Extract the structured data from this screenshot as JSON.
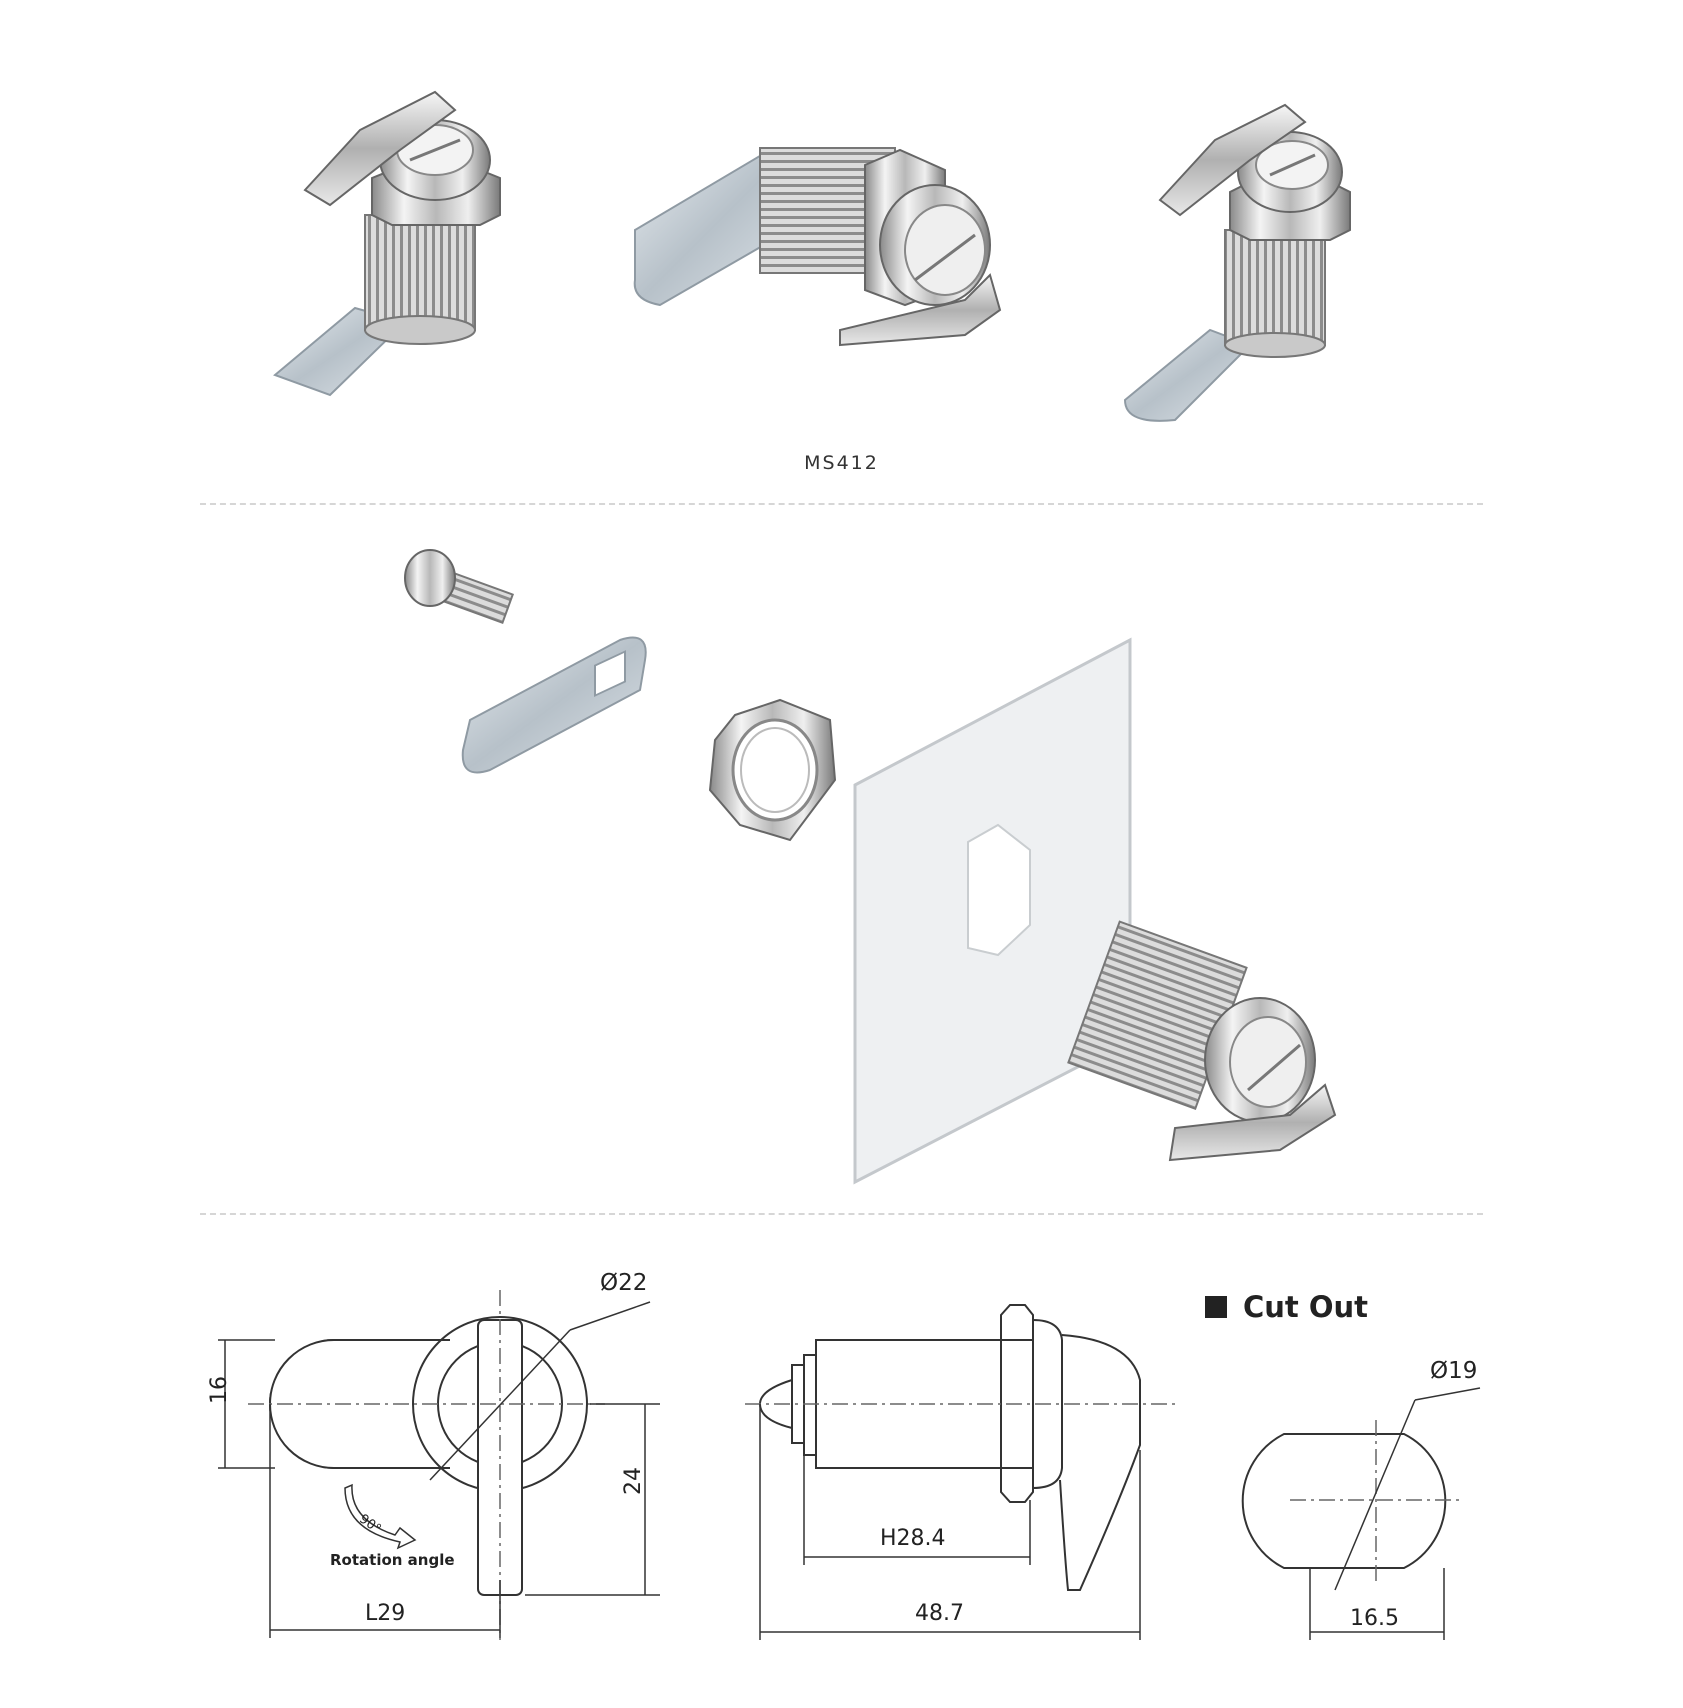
{
  "product": {
    "model": "MS412"
  },
  "cutout": {
    "title": "Cut Out"
  },
  "dimensions": {
    "front": {
      "height_16": "16",
      "diameter": "Ø22",
      "drop_24": "24",
      "length": "L29",
      "rotation_value": "90°",
      "rotation_label": "Rotation angle"
    },
    "side": {
      "thread_height": "H28.4",
      "overall": "48.7"
    },
    "cutout": {
      "diameter": "Ø19",
      "flat": "16.5"
    }
  }
}
